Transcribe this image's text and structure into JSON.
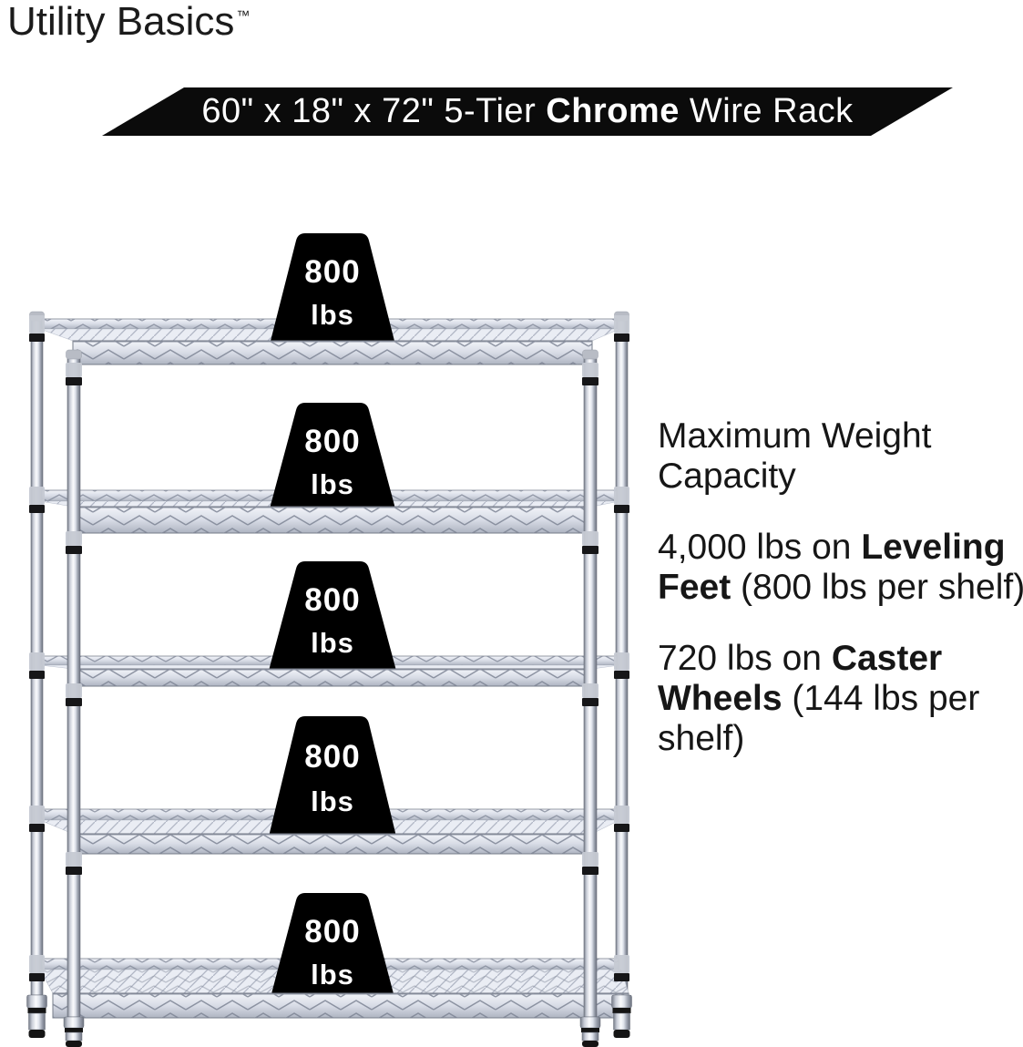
{
  "brand": {
    "name": "Utility Basics",
    "trademark": "™"
  },
  "banner": {
    "bg_color": "#0b0b0b",
    "text_color": "#ffffff",
    "segments": [
      {
        "text": "60\" x 18\" x 72\" 5-Tier ",
        "bold": false
      },
      {
        "text": "Chrome",
        "bold": true
      },
      {
        "text": " Wire Rack",
        "bold": false
      }
    ]
  },
  "rack": {
    "tiers": 5,
    "weight_markers": [
      {
        "line1": "800",
        "line2": "lbs"
      },
      {
        "line1": "800",
        "line2": "lbs"
      },
      {
        "line1": "800",
        "line2": "lbs"
      },
      {
        "line1": "800",
        "line2": "lbs"
      },
      {
        "line1": "800",
        "line2": "lbs"
      }
    ],
    "style": {
      "marker_bg": "#000000",
      "marker_text": "#ffffff",
      "chrome_light": "#f7f8fb",
      "chrome_mid": "#d8dce6",
      "chrome_dark": "#7b818d",
      "wire": "#8b92a2",
      "collar": "#161618"
    }
  },
  "info": {
    "text_color": "#161616",
    "paragraphs": [
      {
        "segments": [
          {
            "text": "Maximum Weight Capacity",
            "bold": false
          }
        ]
      },
      {
        "segments": [
          {
            "text": "4,000 lbs on ",
            "bold": false
          },
          {
            "text": "Leveling Feet",
            "bold": true
          },
          {
            "text": " (800 lbs per shelf)",
            "bold": false
          }
        ]
      },
      {
        "segments": [
          {
            "text": "720 lbs on ",
            "bold": false
          },
          {
            "text": "Caster Wheels",
            "bold": true
          },
          {
            "text": " (144 lbs per shelf)",
            "bold": false
          }
        ]
      }
    ]
  }
}
